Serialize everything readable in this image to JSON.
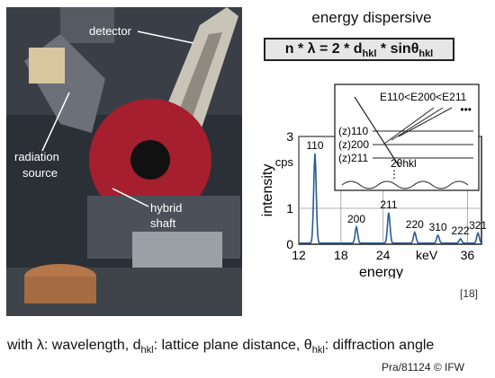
{
  "photo": {
    "labels": {
      "detector": "detector",
      "radiation_source_line1": "radiation",
      "radiation_source_line2": "source",
      "hybrid_shaft_line1": "hybrid",
      "hybrid_shaft_line2": "shaft"
    }
  },
  "title": "energy dispersive",
  "formula": {
    "text": "n * λ = 2 * d",
    "sub1": "hkl",
    "mid": " * sinθ",
    "sub2": "hkl"
  },
  "chart_data": {
    "type": "line",
    "xlabel": "energy",
    "ylabel": "intensity",
    "y_unit": "cps",
    "x_unit": "keV",
    "xlim": [
      12,
      38
    ],
    "ylim": [
      0,
      3
    ],
    "x_ticks": [
      12,
      18,
      24,
      36
    ],
    "y_ticks": [
      0,
      1,
      3
    ],
    "peaks": [
      {
        "label": "110",
        "x": 14.3,
        "y": 2.5
      },
      {
        "label": "200",
        "x": 20.2,
        "y": 0.45
      },
      {
        "label": "211",
        "x": 24.8,
        "y": 0.85
      },
      {
        "label": "220",
        "x": 28.5,
        "y": 0.3
      },
      {
        "label": "310",
        "x": 31.8,
        "y": 0.22
      },
      {
        "label": "222",
        "x": 35.0,
        "y": 0.12
      },
      {
        "label": "321",
        "x": 37.5,
        "y": 0.28
      }
    ],
    "inset": {
      "energy_relation": "E110<E200<E211",
      "planes": [
        "(z)110",
        "(z)200",
        "(z)211"
      ],
      "angle": "2θhkl"
    },
    "series_color": "#2a5a9a"
  },
  "ref": "[18]",
  "caption": {
    "prefix": "with  λ: wavelength, d",
    "sub": "hkl",
    "mid": ": lattice plane distance, θ",
    "sub2": "hkl",
    "suffix": ": diffraction angle"
  },
  "credit": "Pra/81124  © IFW"
}
